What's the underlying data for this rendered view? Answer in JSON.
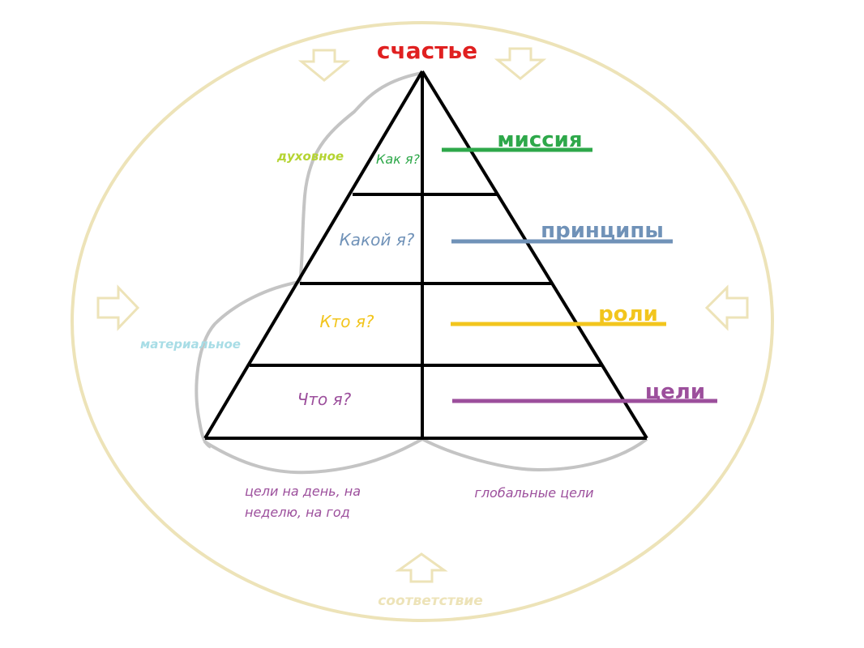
{
  "title": "счастье",
  "levels": [
    {
      "label": "миссия",
      "question": "Как я?",
      "color": "#2ea84a"
    },
    {
      "label": "принципы",
      "question": "Какой я?",
      "color": "#7092b8"
    },
    {
      "label": "роли",
      "question": "Кто я?",
      "color": "#f2c51d"
    },
    {
      "label": "цели",
      "question": "Что я?",
      "color": "#9c4f9c"
    }
  ],
  "side_labels": {
    "spiritual": "духовное",
    "material": "материальное"
  },
  "goals": {
    "short_term_line1": "цели на день, на",
    "short_term_line2": "неделю, на год",
    "global": "глобальные цели"
  },
  "bottom_label": "соответствие",
  "colors": {
    "title": "#e02020",
    "ellipse": "#ede3b8",
    "arrow": "#ede3b8",
    "pyramid": "#000000",
    "outline": "#c4c4c4",
    "spiritual": "#b5d432",
    "material": "#a8dde6",
    "goals": "#9c4f9c",
    "bottom": "#ede3b8"
  },
  "arrow_directions": [
    "down",
    "down",
    "right",
    "left",
    "up"
  ]
}
